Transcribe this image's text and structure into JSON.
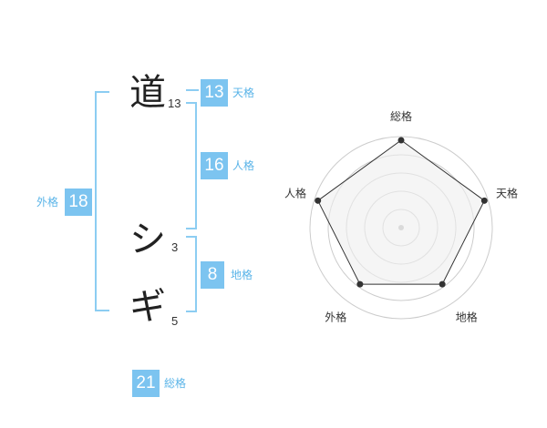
{
  "name_chars": [
    {
      "char": "道",
      "strokes": "13"
    },
    {
      "char": "シ",
      "strokes": "3"
    },
    {
      "char": "ギ",
      "strokes": "5"
    }
  ],
  "fortunes": {
    "tenkaku": {
      "value": "13",
      "label": "天格"
    },
    "jinkaku": {
      "value": "16",
      "label": "人格"
    },
    "chikaku": {
      "value": "8",
      "label": "地格"
    },
    "gaikaku": {
      "value": "18",
      "label": "外格"
    },
    "soukaku": {
      "value": "21",
      "label": "総格"
    }
  },
  "chart_data": {
    "type": "radar",
    "axes": [
      "総格",
      "天格",
      "地格",
      "外格",
      "人格"
    ],
    "values": [
      5,
      5,
      4,
      4,
      5
    ],
    "max": 5,
    "rings": 5,
    "colors": {
      "fill": "#eeeeee",
      "line": "#333333",
      "grid": "#cccccc",
      "point": "#333333"
    }
  }
}
